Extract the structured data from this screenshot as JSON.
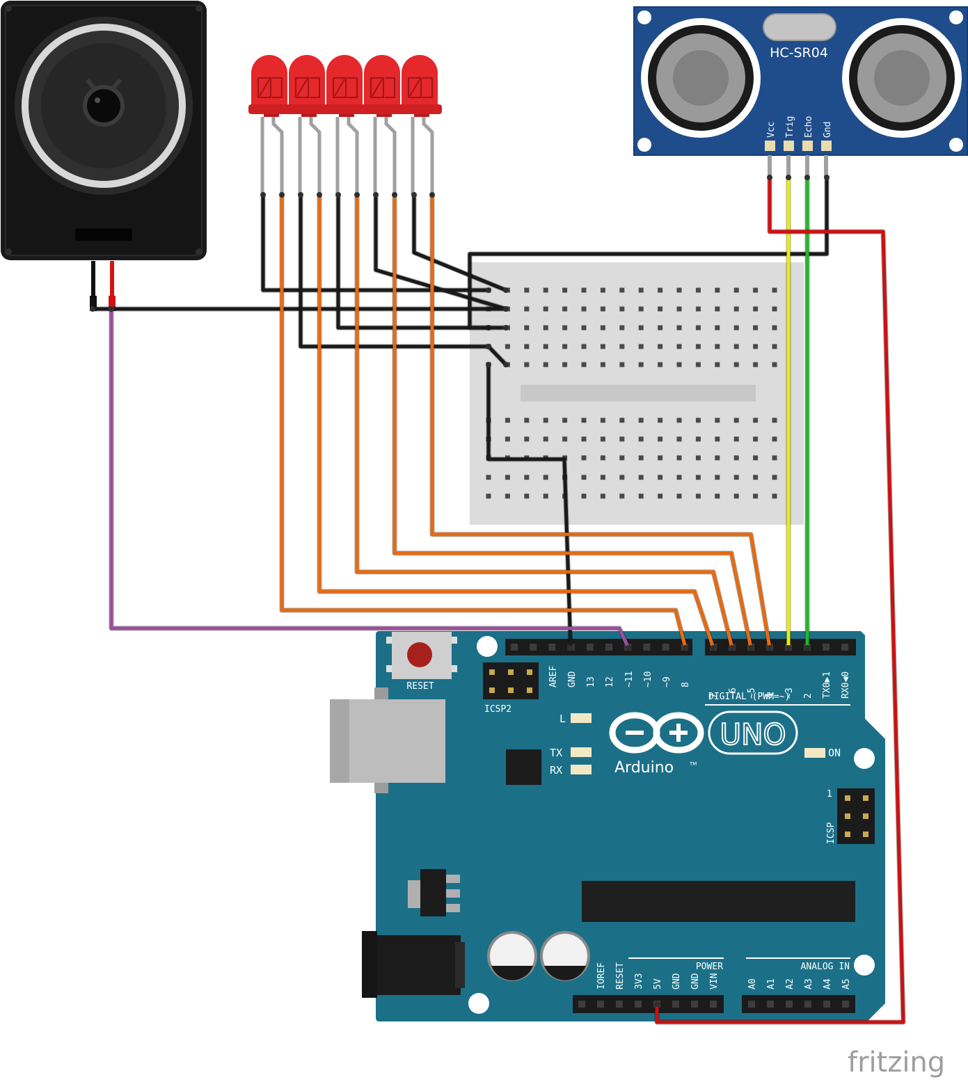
{
  "sensor": {
    "model": "HC-SR04",
    "pins": [
      "Vcc",
      "Trig",
      "Echo",
      "Gnd"
    ]
  },
  "arduino": {
    "reset_label": "RESET",
    "icsp2_label": "ICSP2",
    "icsp_label": "ICSP",
    "icsp_pin1": "1",
    "digital_header_label": "DIGITAL (PWM=~)",
    "digital_pins_left": [
      "AREF",
      "GND",
      "13",
      "12",
      "~11",
      "~10",
      "~9",
      "8"
    ],
    "digital_pins_right": [
      "7",
      "~6",
      "~5",
      "4",
      "~3",
      "2",
      "TX0▶1",
      "RX0◀0"
    ],
    "led_l": "L",
    "led_tx": "TX",
    "led_rx": "RX",
    "led_on": "ON",
    "uno": "UNO",
    "brand": "Arduino",
    "tm": "TM",
    "power_label": "POWER",
    "analog_label": "ANALOG IN",
    "power_pins": [
      "IOREF",
      "RESET",
      "3V3",
      "5V",
      "GND",
      "GND",
      "VIN"
    ],
    "analog_pins": [
      "A0",
      "A1",
      "A2",
      "A3",
      "A4",
      "A5"
    ]
  },
  "footer": {
    "brand": "fritzing"
  },
  "colors": {
    "board": "#1b7088",
    "sensor": "#1f4d8c",
    "led": "#e4282b",
    "wire_orange": "#e56b12",
    "wire_black": "#1a1a1a",
    "wire_red": "#cc1111",
    "wire_yellow": "#ecec10",
    "wire_green": "#27b52d",
    "wire_purple": "#9b4f9c"
  }
}
